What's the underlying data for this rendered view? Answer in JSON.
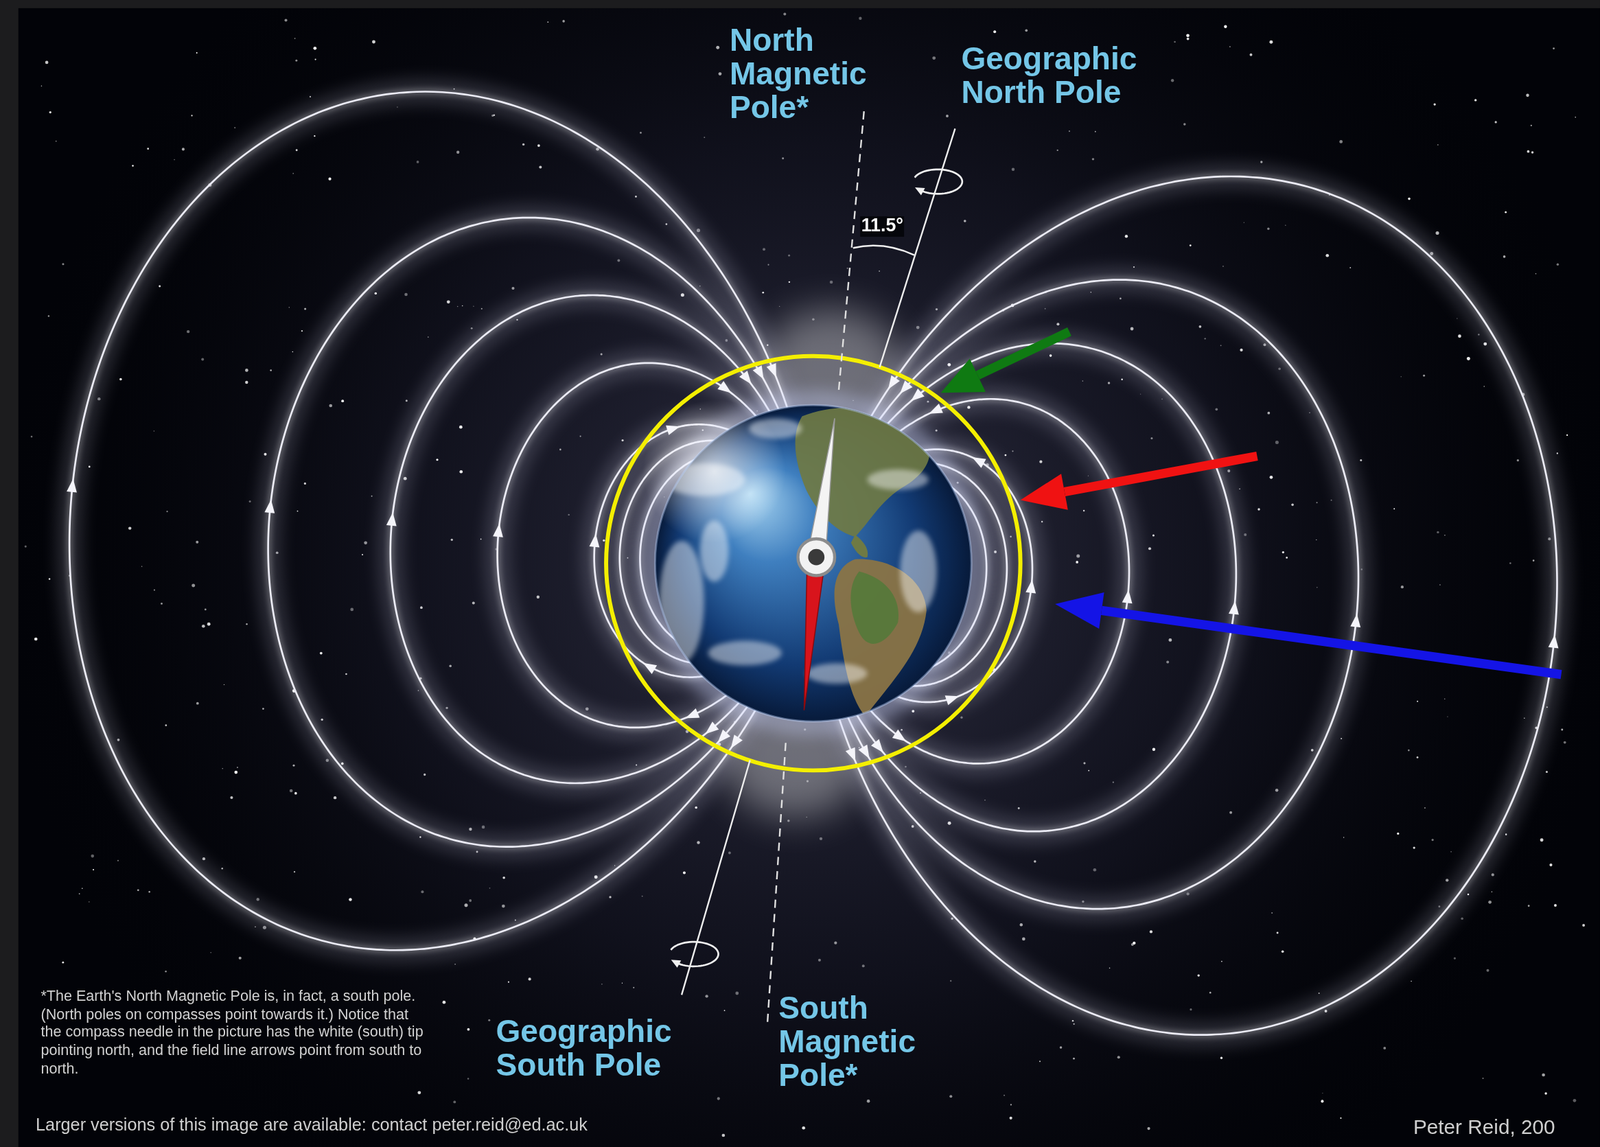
{
  "diagram": {
    "labels": [
      "North Magnetic Pole*",
      "Geographic North Pole",
      "11.5°",
      "Geographic South Pole",
      "South Magnetic Pole*",
      "*The Earth's North Magnetic Pole is, in fact, a south pole. (North poles on compasses point towards it.) Notice that the compass needle in the picture has the white (south) tip pointing north, and the field line arrows point from south to north.",
      "Larger versions of this image are available: contact peter.reid@ed.ac.uk",
      "Peter Reid, 200"
    ]
  }
}
